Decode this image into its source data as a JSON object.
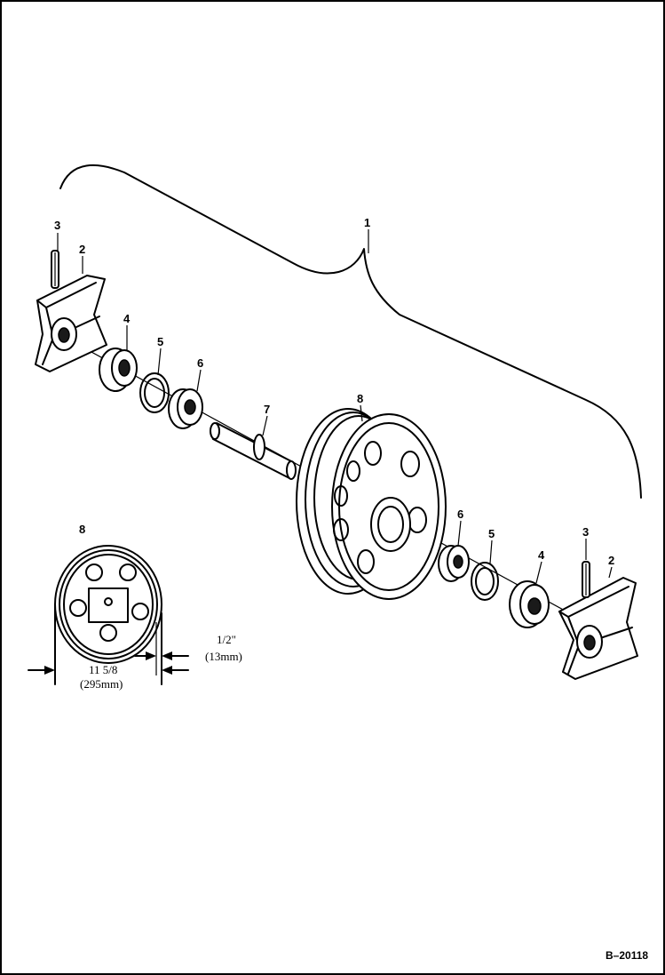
{
  "callouts": {
    "c1": "1",
    "c2_left": "2",
    "c3_left": "3",
    "c4_left": "4",
    "c5_left": "5",
    "c6_left": "6",
    "c7": "7",
    "c8_main": "8",
    "c6_right": "6",
    "c5_right": "5",
    "c4_right": "4",
    "c3_right": "3",
    "c2_right": "2",
    "c8_detail": "8"
  },
  "dimensions": {
    "diameter_in": "11 5/8",
    "diameter_mm": "(295mm)",
    "flange_in": "1/2\"",
    "flange_mm": "(13mm)"
  },
  "figure_ref": "B–20118"
}
